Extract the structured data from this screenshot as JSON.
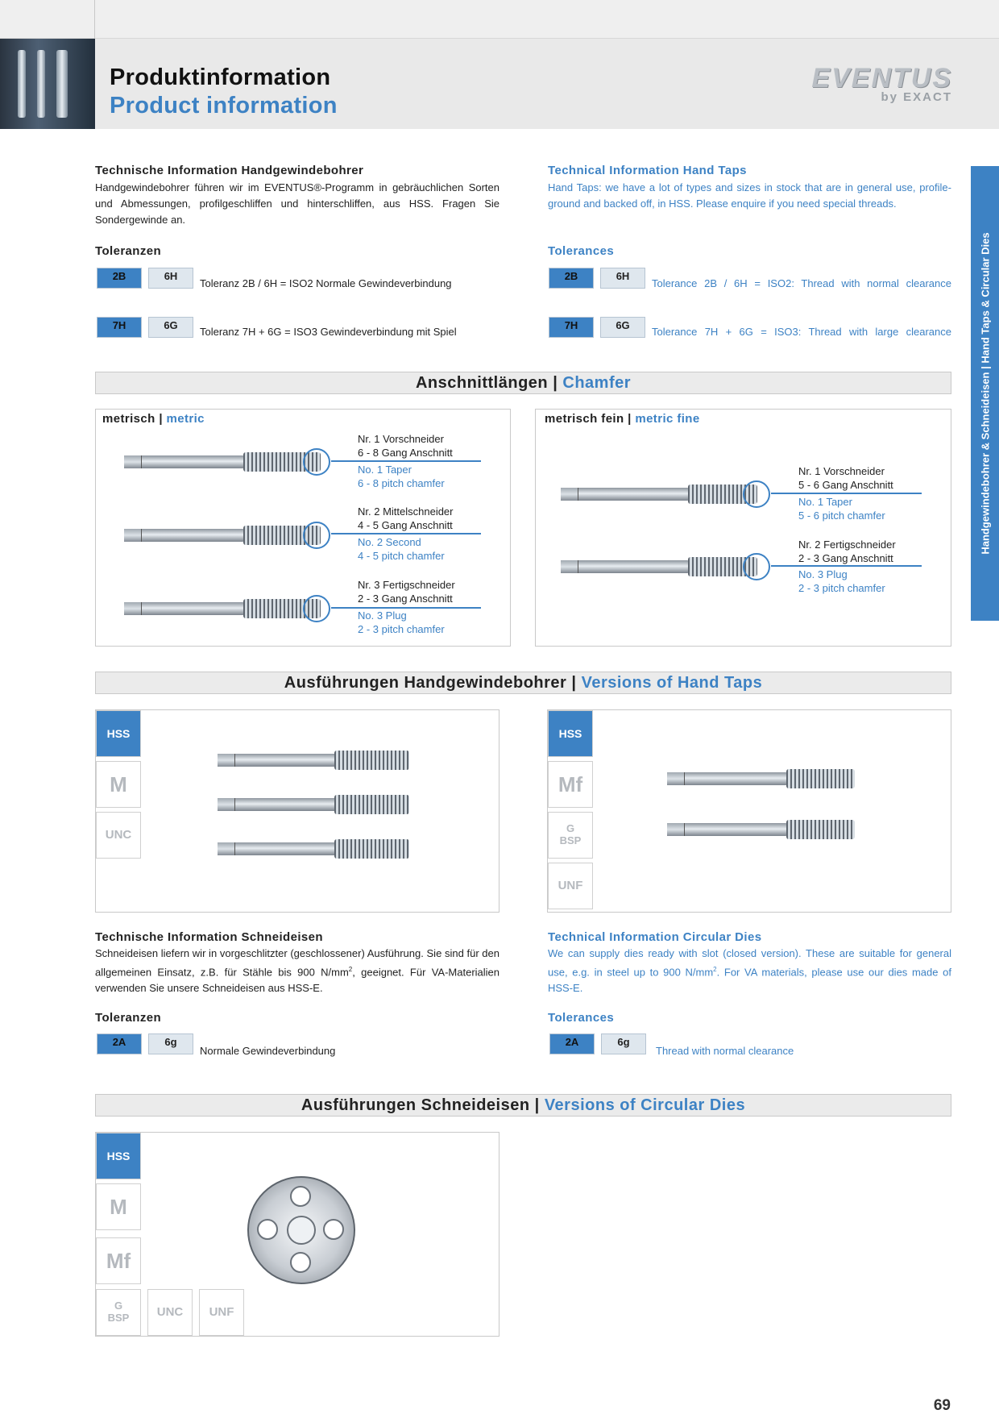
{
  "header": {
    "title_de": "Produktinformation",
    "title_en": "Product information",
    "logo_main": "EVENTUS",
    "logo_sub": "by EXACT"
  },
  "side_tab": "Handgewindebohrer & Schneideisen | Hand Taps & Circular Dies",
  "taps_info": {
    "de_heading": "Technische Information Handgewindebohrer",
    "de_text": "Handgewindebohrer führen wir im EVENTUS®-Programm in gebräuchlichen Sorten und Abmessungen, profilgeschliffen und hinterschliffen, aus HSS. Fragen Sie Sondergewinde an.",
    "en_heading": "Technical Information Hand Taps",
    "en_text": "Hand Taps: we have a lot of types and sizes in stock that are in general use, profile-ground and backed off, in HSS. Please enquire if you need special threads.",
    "tol_de": "Toleranzen",
    "tol_en": "Tolerances",
    "row1": {
      "b1": "2B",
      "b2": "6H",
      "note_de": "Toleranz 2B / 6H = ISO2 Normale Gewindeverbindung",
      "note_en": "Tolerance 2B / 6H = ISO2: Thread with normal clearance"
    },
    "row2": {
      "b1": "7H",
      "b2": "6G",
      "note_de": "Toleranz 7H + 6G = ISO3 Gewindeverbindung mit Spiel",
      "note_en": "Tolerance 7H + 6G = ISO3: Thread with large clearance"
    }
  },
  "chamfer": {
    "bar_de": "Anschnittlängen",
    "sep": "|",
    "bar_en": "Chamfer",
    "metric": {
      "label_de": "metrisch",
      "label_en": "metric",
      "items": [
        {
          "de1": "Nr. 1 Vorschneider",
          "de2": "6 - 8 Gang Anschnitt",
          "en1": "No. 1 Taper",
          "en2": "6 - 8 pitch chamfer"
        },
        {
          "de1": "Nr. 2 Mittelschneider",
          "de2": "4 - 5 Gang Anschnitt",
          "en1": "No. 2 Second",
          "en2": "4 - 5 pitch chamfer"
        },
        {
          "de1": "Nr. 3 Fertigschneider",
          "de2": "2 - 3 Gang Anschnitt",
          "en1": "No. 3 Plug",
          "en2": "2 - 3 pitch chamfer"
        }
      ]
    },
    "fine": {
      "label_de": "metrisch fein",
      "label_en": "metric fine",
      "items": [
        {
          "de1": "Nr. 1 Vorschneider",
          "de2": "5 - 6 Gang Anschnitt",
          "en1": "No. 1 Taper",
          "en2": "5 - 6 pitch chamfer"
        },
        {
          "de1": "Nr. 2 Fertigschneider",
          "de2": "2 - 3 Gang Anschnitt",
          "en1": "No. 3 Plug",
          "en2": "2 - 3 pitch chamfer"
        }
      ]
    }
  },
  "versions_taps": {
    "bar_de": "Ausführungen Handgewindebohrer",
    "sep": "|",
    "bar_en": "Versions of Hand Taps",
    "left": {
      "hss": "HSS",
      "c1": "M",
      "c2": "UNC"
    },
    "right": {
      "hss": "HSS",
      "c1": "Mf",
      "c2a": "G",
      "c2b": "BSP",
      "c3": "UNF"
    }
  },
  "dies_info": {
    "de_heading": "Technische Information Schneideisen",
    "de_text_a": "Schneideisen liefern wir in vorgeschlitzter (geschlossener) Ausführung. Sie sind für den allgemeinen Einsatz, z.B. für Stähle bis 900 N/mm",
    "de_text_b": ", geeignet. Für VA-Materialien verwenden Sie unsere Schneideisen aus HSS-E.",
    "en_heading": "Technical Information Circular Dies",
    "en_text_a": "We can supply dies ready with slot (closed version). These are suitable for general use, e.g. in steel up to 900 N/mm",
    "en_text_b": ". For VA materials, please use our dies made of HSS-E.",
    "sup": "2",
    "tol_de": "Toleranzen",
    "tol_en": "Tolerances",
    "b1": "2A",
    "b2": "6g",
    "note_de": "Normale Gewindeverbindung",
    "note_en": "Thread with normal clearance"
  },
  "versions_dies": {
    "bar_de": "Ausführungen Schneideisen",
    "sep": "|",
    "bar_en": "Versions of Circular Dies",
    "hss": "HSS",
    "c1": "M",
    "c2": "Mf",
    "c3a": "G",
    "c3b": "BSP",
    "c4": "UNC",
    "c5": "UNF"
  },
  "page_number": "69",
  "colors": {
    "accent": "#3d82c4",
    "bar_bg": "#ebebeb",
    "header_bg": "#e9e9e9"
  }
}
